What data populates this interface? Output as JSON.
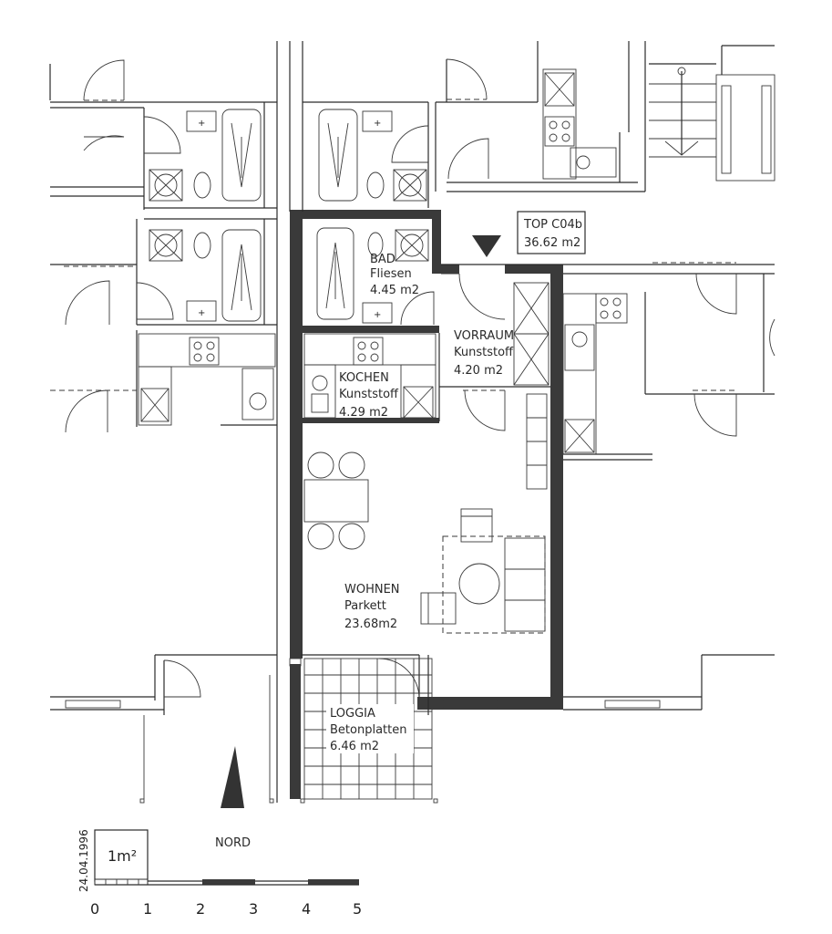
{
  "unit": {
    "code": "TOP C04b",
    "area": "36.62 m2"
  },
  "rooms": {
    "bad": {
      "name": "BAD",
      "floor": "Fliesen",
      "area": "4.45 m2"
    },
    "vorraum": {
      "name": "VORRAUM",
      "floor": "Kunststoff",
      "area": "4.20 m2"
    },
    "kochen": {
      "name": "KOCHEN",
      "floor": "Kunststoff",
      "area": "4.29 m2"
    },
    "wohnen": {
      "name": "WOHNEN",
      "floor": "Parkett",
      "area": "23.68m2"
    },
    "loggia": {
      "name": "LOGGIA",
      "floor": "Betonplatten",
      "area": "6.46 m2"
    }
  },
  "north_label": "NORD",
  "date": "24.04.1996",
  "scale": {
    "box_label": "1m²",
    "ticks": [
      "0",
      "1",
      "2",
      "3",
      "4",
      "5"
    ]
  }
}
